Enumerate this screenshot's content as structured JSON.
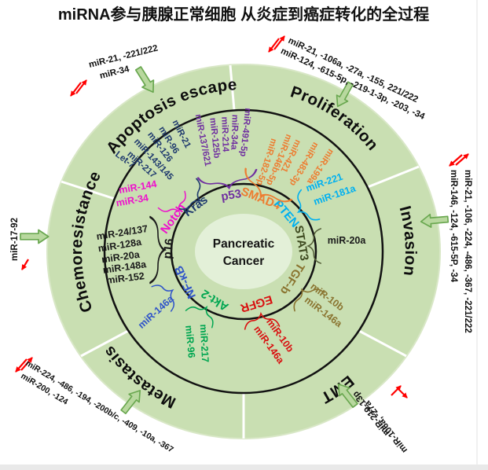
{
  "title": "miRNA参与胰腺正常细胞  从炎症到癌症转化的全过程",
  "center": {
    "line1": "Pancreatic",
    "line2": "Cancer"
  },
  "sections": {
    "apoptosis": "Apoptosis escape",
    "proliferation": "Proliferation",
    "invasion": "Invasion",
    "emt": "EMT",
    "metastasis": "Metastasis",
    "chemoresistance": "Chemoresistance"
  },
  "genes": {
    "kras": "Kras",
    "p53": "p53",
    "smad4": "SMAD4",
    "pten": "PTEN",
    "stat3": "STAT3",
    "tgfb": "TGF-b",
    "egfr": "EGFR",
    "akt2": "Akt-2",
    "nfkb": "NF-κB",
    "p16": "p16",
    "notch": "Notch"
  },
  "mirna": {
    "kras": [
      "miR-21",
      "miR-96",
      "miR-126",
      "miR-143/145",
      "miR-217",
      "Let-7"
    ],
    "p53": [
      "miR-137/621",
      "miR-125b",
      "miR-214",
      "miR-34a",
      "miR-491-5p"
    ],
    "smad4": [
      "miR-182-5p",
      "miR-146b-5p",
      "miR-421",
      "miR-483-3p",
      "miR-199a"
    ],
    "pten": [
      "miR-221",
      "miR-181a"
    ],
    "stat3": [
      "miR-20a"
    ],
    "tgfb": [
      "miR-10b",
      "miR-146a"
    ],
    "egfr": [
      "miR-10b",
      "miR-146a"
    ],
    "akt2": [
      "miR-217",
      "miR-96"
    ],
    "nfkb": [
      "miR-146a"
    ],
    "p16": [
      "miR-24/137",
      "miR-128a",
      "miR-20a",
      "miR-148a",
      "miR-152"
    ],
    "notch": [
      "miR-144",
      "miR-34"
    ]
  },
  "annotations": {
    "top_left": {
      "line1": "miR-21, -221/222",
      "line2": "miR-34"
    },
    "top_right": {
      "line1": "miR-21, -106a, -27a, -155, 221/222",
      "line2": "miR-124, -615-5p, -219-1-3p, -203, -34"
    },
    "right": {
      "line1": "miR-21, -106, -224, -486, -367, -221/222",
      "line2": "miR-146, -124, -615-5P, -34"
    },
    "left": {
      "line1": "miR-17-92"
    },
    "bottom_left": {
      "line1": "miR-224, -486, -194, -200b/c, -409, -10a, -367",
      "line2": "miR-200, -124"
    },
    "bottom_right": {
      "line1": "miR-219-13p",
      "line2": "miR-106a, -27a"
    }
  },
  "icons": {
    "red_double_arrow": "red up/down regulation arrows",
    "green_block_arrow": "green arrow pointing into circle"
  },
  "colors": {
    "circle_fill": "#c9dfb2",
    "circle_rim": "#d8e7c6",
    "center_fill": "#e3f0d8",
    "ring_stroke": "#121212",
    "divider_white": "#ffffff",
    "kras_navy": "#1f3a6e",
    "p53_purple": "#7030a0",
    "smad4_orange": "#ed7d31",
    "pten_cyan": "#00b0f0",
    "stat3_dark": "#3e4a20",
    "tgfb_olive": "#8a7430",
    "egfr_red": "#d90f0f",
    "akt2_green": "#00a651",
    "nfkb_blue": "#2f54c9",
    "p16_black": "#1a1a1a",
    "notch_magenta": "#ee10cc",
    "arrow_red": "#ff0000",
    "arrow_green_fill": "#b8d89e",
    "arrow_green_stroke": "#69a74f"
  }
}
